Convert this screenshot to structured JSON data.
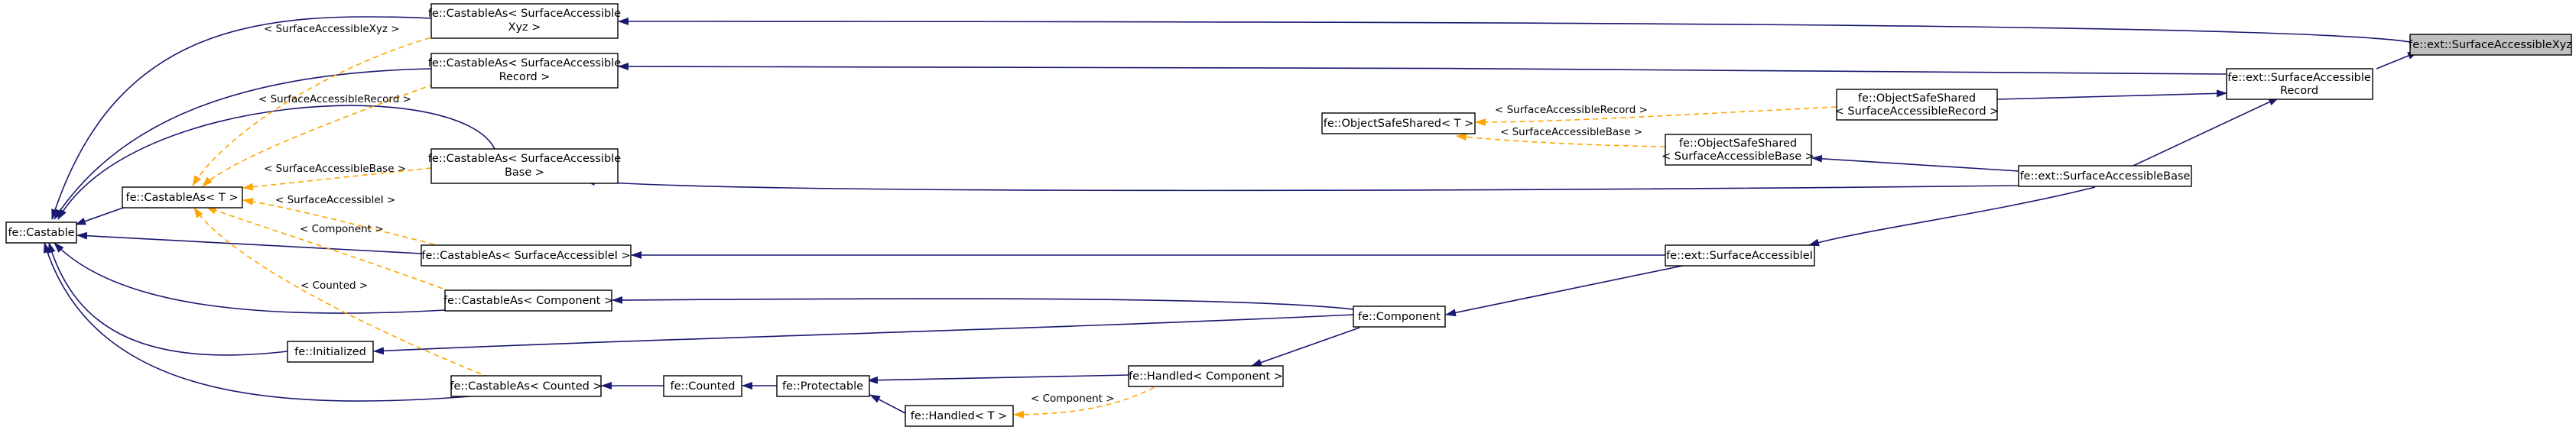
{
  "colors": {
    "inheritance": "#191970",
    "template": "#ffa500",
    "current_node_fill": "#bfbfbf",
    "node_border": "#000000"
  },
  "nodes": {
    "castable": [
      "fe::Castable"
    ],
    "castable_t": [
      "fe::CastableAs< T >"
    ],
    "castable_xyz": [
      "fe::CastableAs< SurfaceAccessible",
      "Xyz >"
    ],
    "castable_record": [
      "fe::CastableAs< SurfaceAccessible",
      "Record >"
    ],
    "castable_base": [
      "fe::CastableAs< SurfaceAccessible",
      "Base >"
    ],
    "castable_i": [
      "fe::CastableAs< SurfaceAccessibleI >"
    ],
    "castable_component": [
      "fe::CastableAs< Component >"
    ],
    "initialized": [
      "fe::Initialized"
    ],
    "castable_counted": [
      "fe::CastableAs< Counted >"
    ],
    "counted": [
      "fe::Counted"
    ],
    "protectable": [
      "fe::Protectable"
    ],
    "handled_t": [
      "fe::Handled< T >"
    ],
    "handled_component": [
      "fe::Handled< Component >"
    ],
    "component": [
      "fe::Component"
    ],
    "ext_i": [
      "fe::ext::SurfaceAccessibleI"
    ],
    "oss_t": [
      "fe::ObjectSafeShared< T >"
    ],
    "oss_base": [
      "fe::ObjectSafeShared",
      "< SurfaceAccessibleBase >"
    ],
    "oss_record": [
      "fe::ObjectSafeShared",
      "< SurfaceAccessibleRecord >"
    ],
    "ext_base": [
      "fe::ext::SurfaceAccessibleBase"
    ],
    "ext_record": [
      "fe::ext::SurfaceAccessible",
      "Record"
    ],
    "ext_xyz": [
      "fe::ext::SurfaceAccessibleXyz"
    ]
  },
  "edge_labels": {
    "xyz": "< SurfaceAccessibleXyz >",
    "record": "< SurfaceAccessibleRecord >",
    "base": "< SurfaceAccessibleBase >",
    "i": "< SurfaceAccessibleI >",
    "component": "< Component >",
    "counted": "< Counted >",
    "handled_component": "< Component >",
    "oss_record": "< SurfaceAccessibleRecord >",
    "oss_base": "< SurfaceAccessibleBase >"
  }
}
